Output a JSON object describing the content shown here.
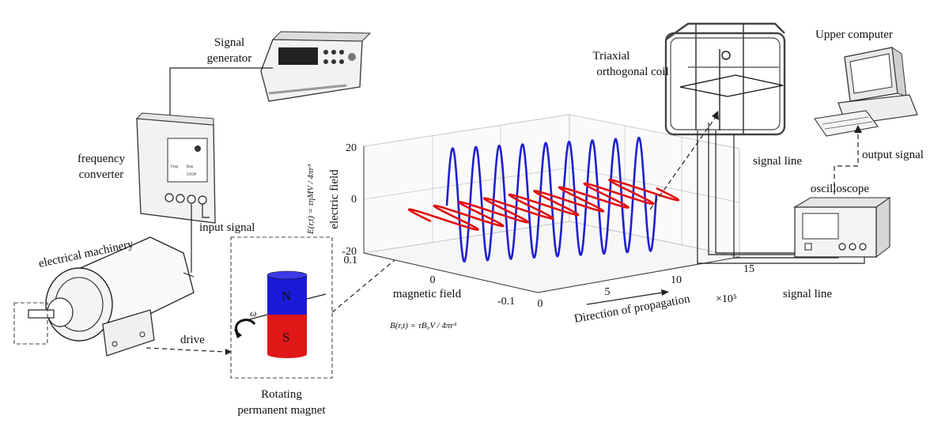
{
  "labels": {
    "signal_generator": [
      "Signal",
      "generator"
    ],
    "frequency_converter": [
      "frequency",
      "converter"
    ],
    "input_signal": "input signal",
    "electrical_machinery": "electrical machinery",
    "drive": "drive",
    "rotating_magnet": [
      "Rotating",
      "permanent magnet"
    ],
    "magnet_north": "N",
    "magnet_south": "S",
    "rotation_symbol": "ω",
    "triaxial_coil": [
      "Triaxial",
      "orthogonal coil"
    ],
    "upper_computer": "Upper computer",
    "signal_line_top": "signal line",
    "output_signal": "output signal",
    "oscilloscope": "oscilloscope",
    "signal_line_bottom": "signal line",
    "converter_panel": [
      "Freq",
      "Run",
      "STOP"
    ]
  },
  "plot": {
    "z_axis_label": "electric field",
    "x_axis_label": "magnetic field",
    "y_axis_label": "Direction of propagation",
    "scale_note": "×10⁵",
    "z_ticks": [
      "20",
      "0",
      "-20"
    ],
    "x_ticks": [
      "0.1",
      "0",
      "-0.1"
    ],
    "y_ticks": [
      "0",
      "5",
      "10",
      "15"
    ],
    "electric_equation": "E(r,t) = τηMV / 4πr³",
    "magnetic_equation": "B(r,t) = τB₀V / 4πr³",
    "colors": {
      "electric_wave": "#1f1fd0",
      "magnetic_wave": "#e01010"
    },
    "electric_cycles": 9,
    "magnetic_cycles": 9
  }
}
